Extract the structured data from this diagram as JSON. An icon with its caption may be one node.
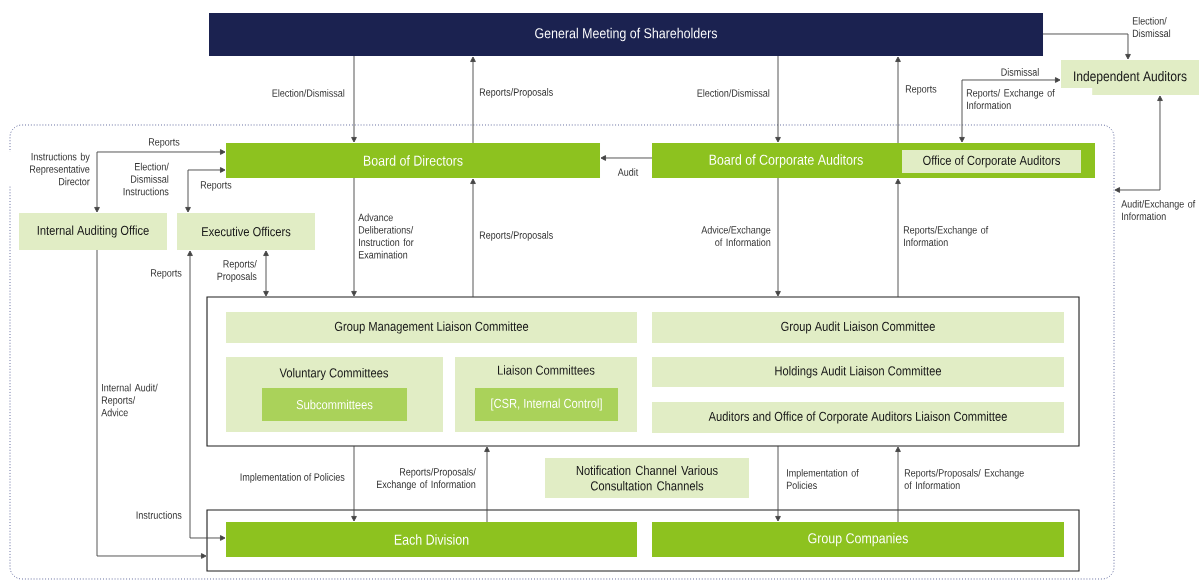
{
  "diagram": {
    "nodes": [
      {
        "text": [
          "General Meeting of Shareholders"
        ]
      },
      {
        "text": [
          "Independent Auditors"
        ]
      },
      {
        "text": [],
        "shape": "box"
      },
      {
        "text": [
          "Board of Directors"
        ],
        "in": 2
      },
      {
        "text": [
          "Board of Corporate Auditors"
        ],
        "in": 2
      },
      {
        "text": [
          "Office of Corporate Auditors"
        ],
        "in": 4
      },
      {
        "text": [
          "Internal Auditing Office"
        ],
        "in": 2
      },
      {
        "text": [
          "Executive Officers"
        ],
        "in": 2
      },
      {
        "text": [],
        "shape": "box",
        "in": 2
      },
      {
        "text": [
          "Group Management Liaison Committee"
        ],
        "in": 8
      },
      {
        "text": [
          "Voluntary Committees"
        ],
        "in": 8
      },
      {
        "text": [
          "Subcommittees"
        ],
        "in": 10
      },
      {
        "text": [
          "Liaison Committees"
        ],
        "in": 8
      },
      {
        "text": [
          "[CSR, Internal Control]"
        ],
        "in": 12
      },
      {
        "text": [
          "Group Audit Liaison Committee"
        ],
        "in": 8
      },
      {
        "text": [
          "Holdings Audit Liaison Committee"
        ],
        "in": 8
      },
      {
        "text": [
          "Auditors and Office of Corporate Auditors Liaison Committee"
        ],
        "in": 8
      },
      {
        "text": [
          "Notification Channel Various Consultation Channels"
        ],
        "in": 2
      },
      {
        "text": [],
        "shape": "box",
        "in": 2
      },
      {
        "text": [
          "Each Division"
        ],
        "in": 18
      },
      {
        "text": [
          "Group Companies"
        ],
        "in": 18
      }
    ],
    "edges": [
      {
        "from": 0,
        "to": 3,
        "arrow": "to",
        "label": "Election/Dismissal"
      },
      {
        "from": 3,
        "to": 0,
        "arrow": "to",
        "label": "Reports/Proposals"
      },
      {
        "from": 0,
        "to": 4,
        "arrow": "to",
        "label": "Election/Dismissal"
      },
      {
        "from": 4,
        "to": 0,
        "arrow": "to",
        "label": "Reports"
      },
      {
        "from": 0,
        "to": 1,
        "arrow": "to",
        "label": "Election/ Dismissal"
      },
      {
        "from": 4,
        "to": 1,
        "arrow": "both",
        "label": "Dismissal"
      },
      {
        "from": 1,
        "to": 2,
        "arrow": "both",
        "label": "Audit/Exchange of Information"
      },
      {
        "from": 4,
        "to": 3,
        "arrow": "to",
        "label": "Audit"
      },
      {
        "from": 6,
        "to": 3,
        "arrow": "both",
        "label": "Reports"
      },
      {
        "from": 3,
        "to": 7,
        "arrow": "both",
        "label": "Election/ Dismissal Instructions"
      },
      {
        "from": 7,
        "to": 8,
        "arrow": "both",
        "label": "Reports/ Proposals"
      },
      {
        "from": 3,
        "to": 8,
        "arrow": "to",
        "label": "Advance Deliberations/ Instruction for Examination"
      },
      {
        "from": 8,
        "to": 3,
        "arrow": "to",
        "label": "Reports/Proposals"
      },
      {
        "from": 4,
        "to": 8,
        "arrow": "to",
        "label": "Advice/Exchange of Information"
      },
      {
        "from": 8,
        "to": 4,
        "arrow": "to",
        "label": "Reports/Exchange of Information"
      },
      {
        "from": 8,
        "to": 19,
        "arrow": "to",
        "label": "Implementation of Policies"
      },
      {
        "from": 19,
        "to": 8,
        "arrow": "to",
        "label": "Reports/Proposals/ Exchange of Information"
      },
      {
        "from": 8,
        "to": 20,
        "arrow": "to",
        "label": "Implementation of Policies"
      },
      {
        "from": 20,
        "to": 8,
        "arrow": "to",
        "label": "Reports/Proposals/ Exchange of Information"
      },
      {
        "from": 6,
        "to": 18,
        "arrow": "to",
        "label": "Internal Audit/ Reports/ Advice"
      },
      {
        "from": 19,
        "to": 7,
        "arrow": "both",
        "label": "Reports"
      }
    ],
    "labels": [
      "Reports/ Exchange of Information",
      "Instructions by Representative Director",
      "Reports",
      "Instructions"
    ]
  }
}
